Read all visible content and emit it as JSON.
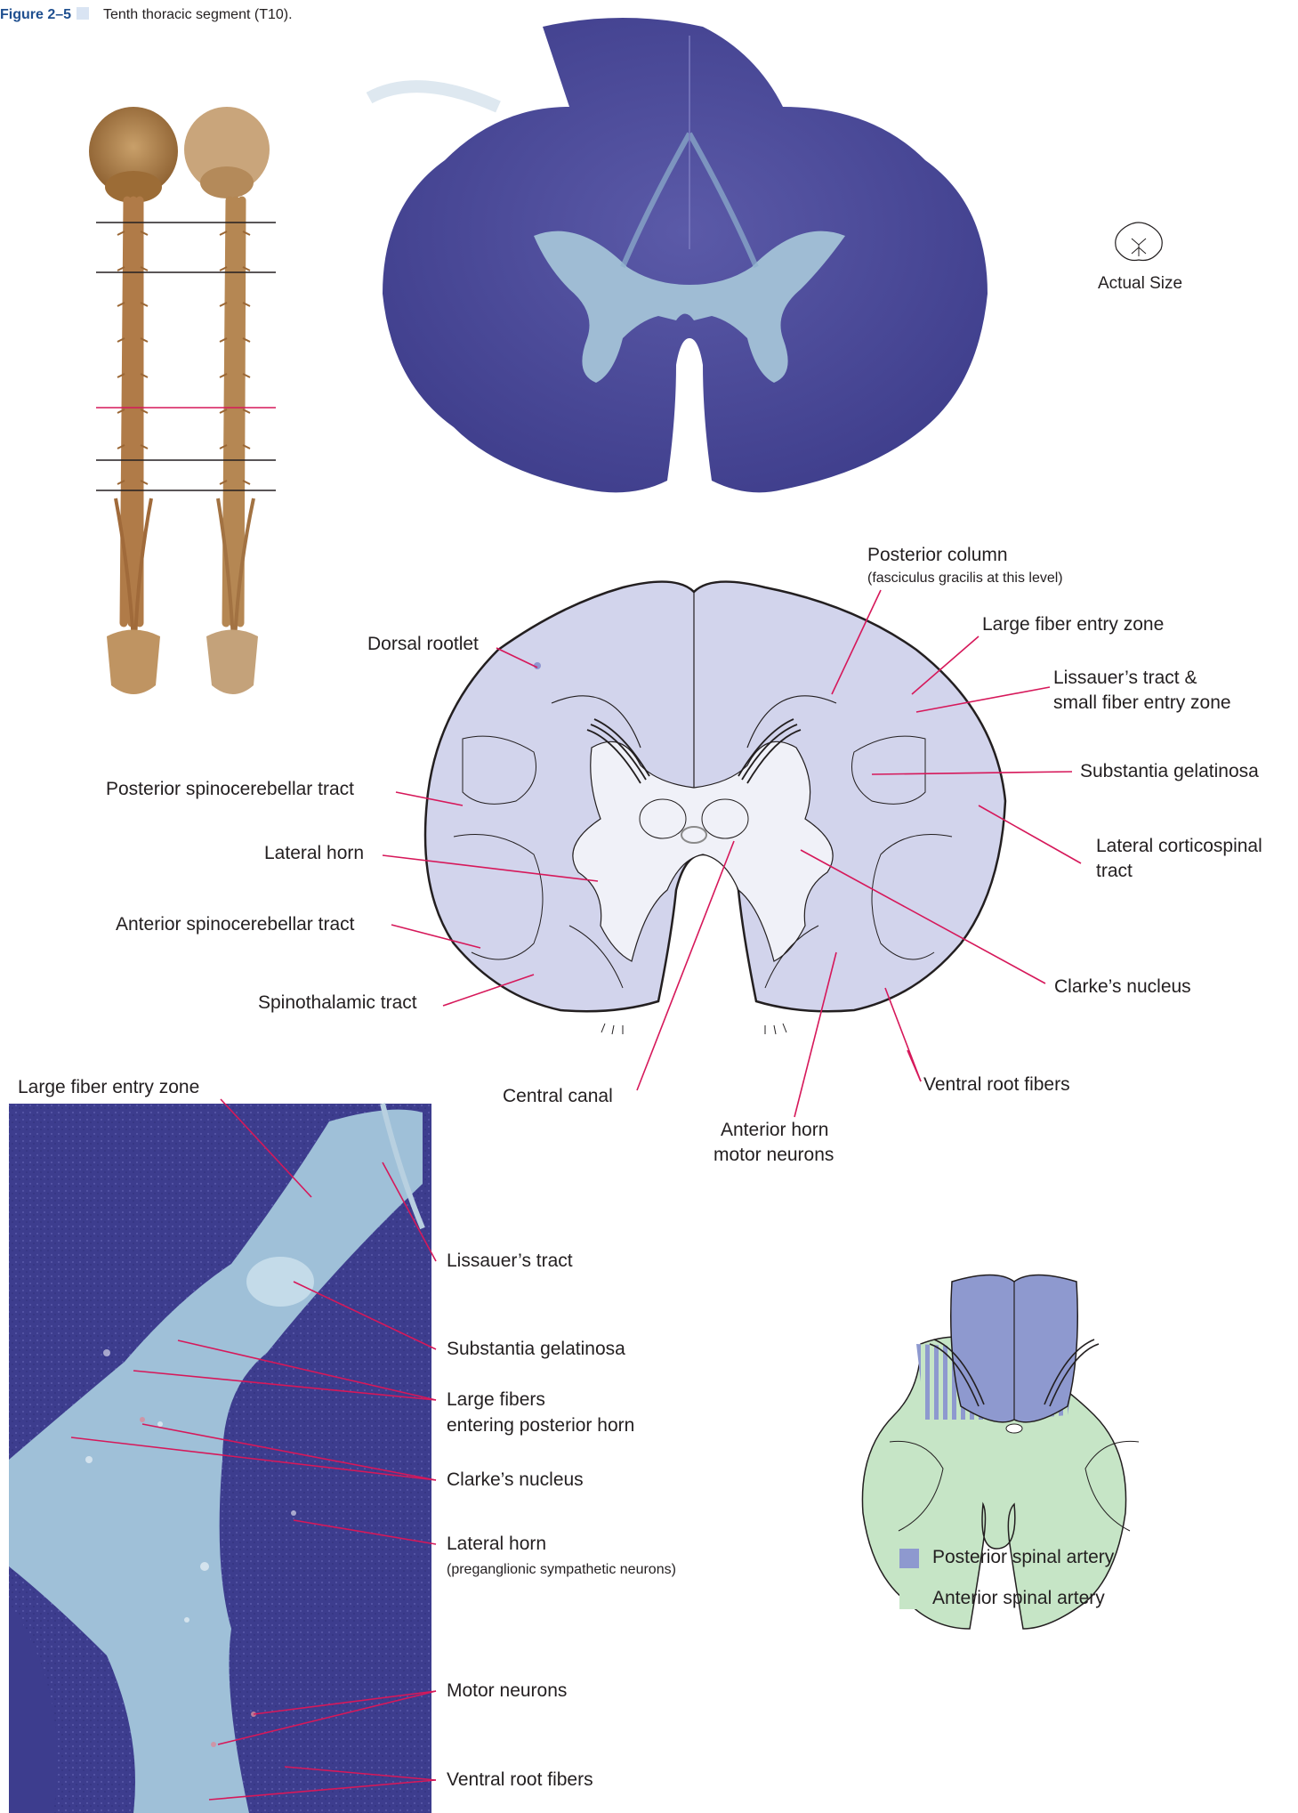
{
  "figure": {
    "number": "Figure 2–5",
    "caption": "Tenth thoracic segment (T10)."
  },
  "actual_size": "Actual Size",
  "diagram_labels": {
    "posterior_column": "Posterior column",
    "posterior_column_note": "(fasciculus gracilis at this level)",
    "dorsal_rootlet": "Dorsal rootlet",
    "large_fiber_entry_zone": "Large fiber entry zone",
    "lissauer_1": "Lissauer’s tract &",
    "lissauer_2": "small fiber entry zone",
    "substantia_gelatinosa": "Substantia gelatinosa",
    "posterior_spinocerebellar": "Posterior spinocerebellar tract",
    "lateral_corticospinal_1": "Lateral corticospinal",
    "lateral_corticospinal_2": "tract",
    "lateral_horn": "Lateral horn",
    "anterior_spinocerebellar": "Anterior spinocerebellar tract",
    "clarkes_nucleus": "Clarke’s nucleus",
    "spinothalamic": "Spinothalamic tract",
    "ventral_root_fibers": "Ventral root fibers",
    "central_canal": "Central canal",
    "anterior_horn_1": "Anterior horn",
    "anterior_horn_2": "motor neurons"
  },
  "micro_labels": {
    "large_fiber_entry_zone": "Large fiber entry zone",
    "lissauer": "Lissauer’s tract",
    "substantia_gelatinosa": "Substantia gelatinosa",
    "large_fibers_1": "Large fibers",
    "large_fibers_2": "entering posterior horn",
    "clarkes_nucleus": "Clarke’s nucleus",
    "lateral_horn": "Lateral horn",
    "lateral_horn_note": "(preganglionic sympathetic neurons)",
    "motor_neurons": "Motor neurons",
    "ventral_root_fibers": "Ventral root fibers"
  },
  "legend": {
    "posterior": {
      "label": "Posterior spinal artery",
      "color": "#8e99cf"
    },
    "anterior": {
      "label": "Anterior spinal artery",
      "color": "#c6e5c6"
    }
  },
  "colors": {
    "leader": "#d6185a",
    "stain_dark": "#4a4a9a",
    "stain_light": "#9fbfd8",
    "diagram_fill": "#d2d4ec"
  }
}
